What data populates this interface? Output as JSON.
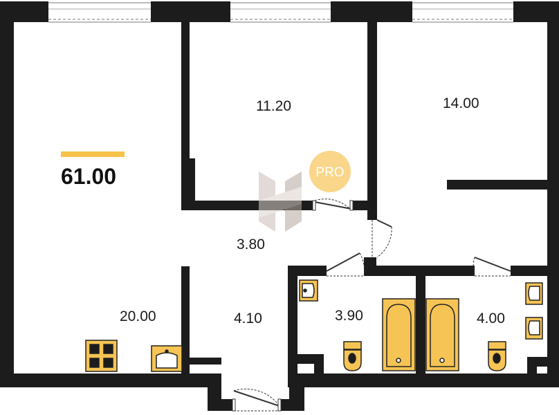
{
  "plan": {
    "total_area": "61.00",
    "rooms": {
      "living": "20.00",
      "bedroom_small": "11.20",
      "bedroom_large": "14.00",
      "hall": "3.80",
      "corridor": "4.10",
      "bathroom": "3.90",
      "toilet": "4.00"
    },
    "badge": "PRO"
  },
  "colors": {
    "wall": "#1c1c1c",
    "accent": "#f7c24a",
    "fixture_fill": "#f6c454",
    "fixture_stroke": "#222222",
    "badge_fill": "#f8d27c",
    "watermark": "#d8cfc8"
  }
}
